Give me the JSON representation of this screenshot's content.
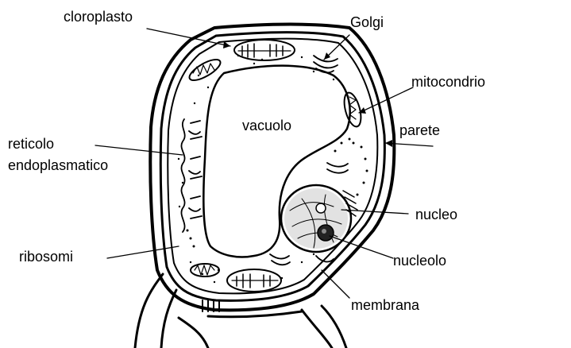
{
  "diagram": {
    "labels": {
      "cloroplasto": "cloroplasto",
      "golgi": "Golgi",
      "mitocondrio": "mitocondrio",
      "parete": "parete",
      "vacuolo": "vacuolo",
      "reticolo_line1": "reticolo",
      "reticolo_line2": "endoplasmatico",
      "nucleo": "nucleo",
      "ribosomi": "ribosomi",
      "nucleolo": "nucleolo",
      "membrana": "membrana"
    }
  }
}
